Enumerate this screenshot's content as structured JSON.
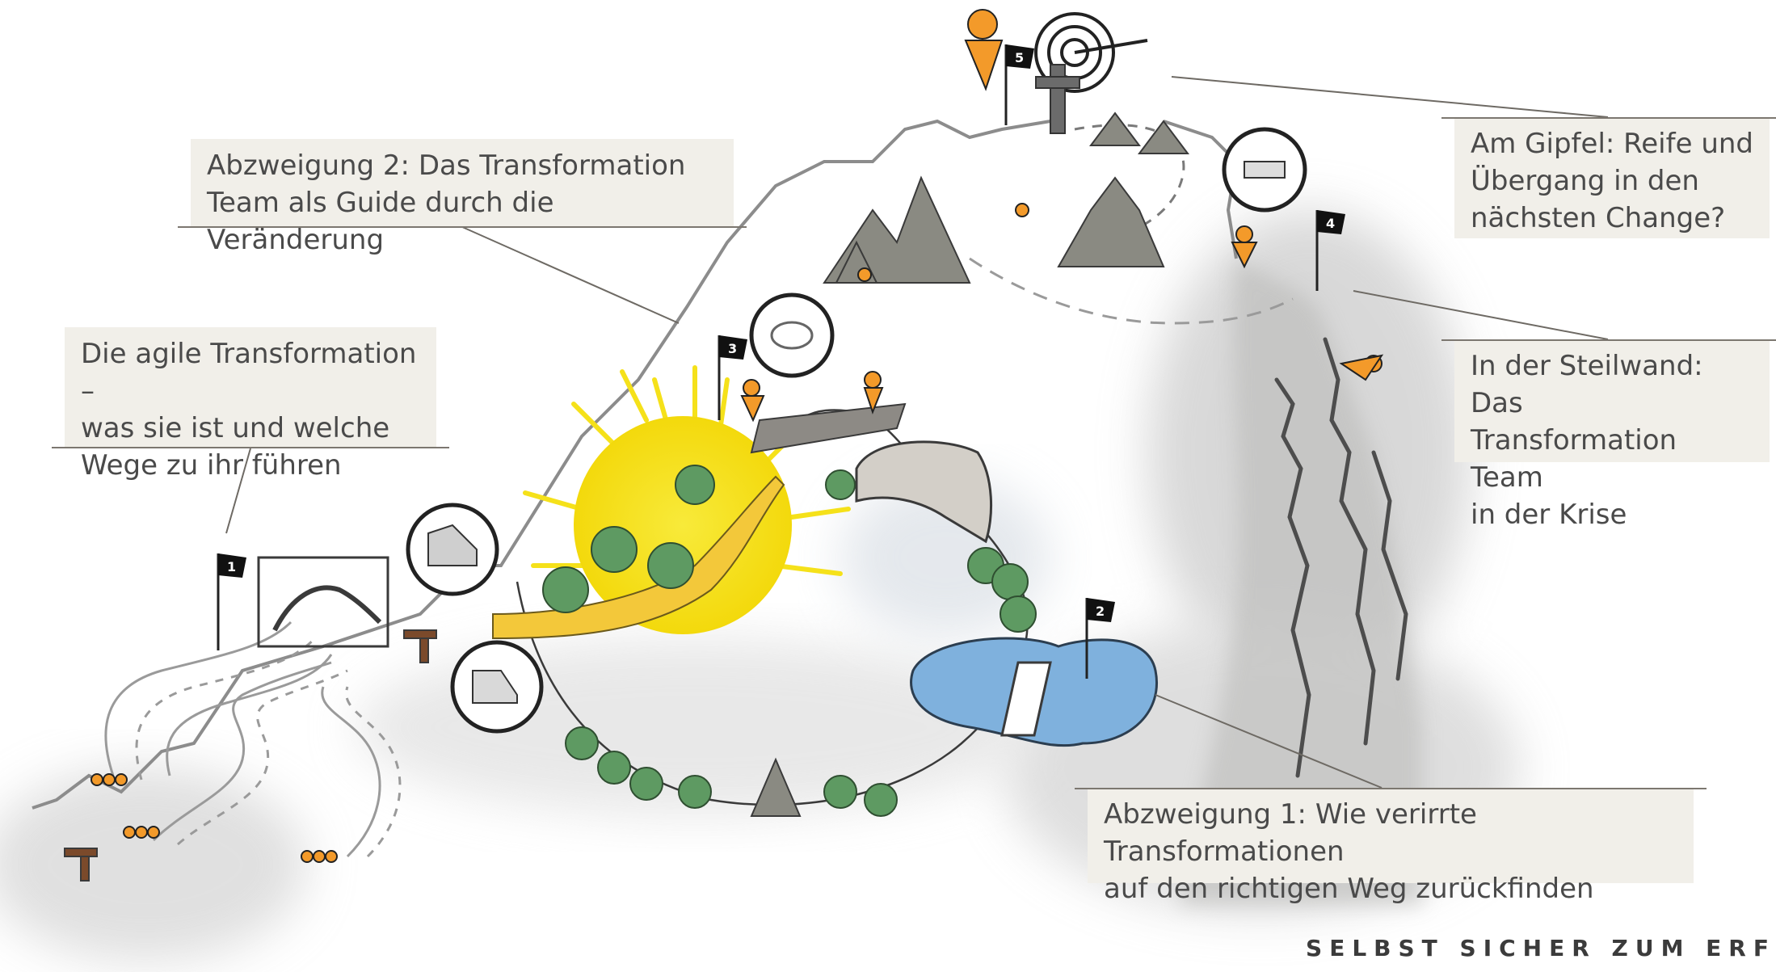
{
  "callouts": {
    "intro": [
      "Die agile Transformation –",
      "was sie ist und welche",
      "Wege zu ihr führen"
    ],
    "branch2": [
      "Abzweigung 2: Das Transformation",
      "Team als Guide durch die Veränderung"
    ],
    "summit": [
      "Am Gipfel: Reife und",
      "Übergang in den",
      "nächsten Change?"
    ],
    "cliff": [
      "In der Steilwand: Das",
      "Transformation Team",
      "in der Krise"
    ],
    "branch1": [
      "Abzweigung 1: Wie verirrte Transformationen",
      "auf den richtigen Weg zurückfinden"
    ]
  },
  "flags": [
    "1",
    "2",
    "3",
    "4",
    "5"
  ],
  "tagline": "SELBST SICHER ZUM ERF",
  "icons": [
    "inline-skate-icon",
    "hiking-boot-icon",
    "climbing-rope-icon",
    "crampon-icon",
    "target-arrow-icon",
    "summit-cross-icon"
  ],
  "colors": {
    "accent_orange": "#f39a2a",
    "sun_yellow": "#f6e21f",
    "lake_blue": "#7fb1dd",
    "rock_grey": "#8a8a82",
    "tree_green": "#5e9a62",
    "callout_bg": "#f1efe9"
  }
}
